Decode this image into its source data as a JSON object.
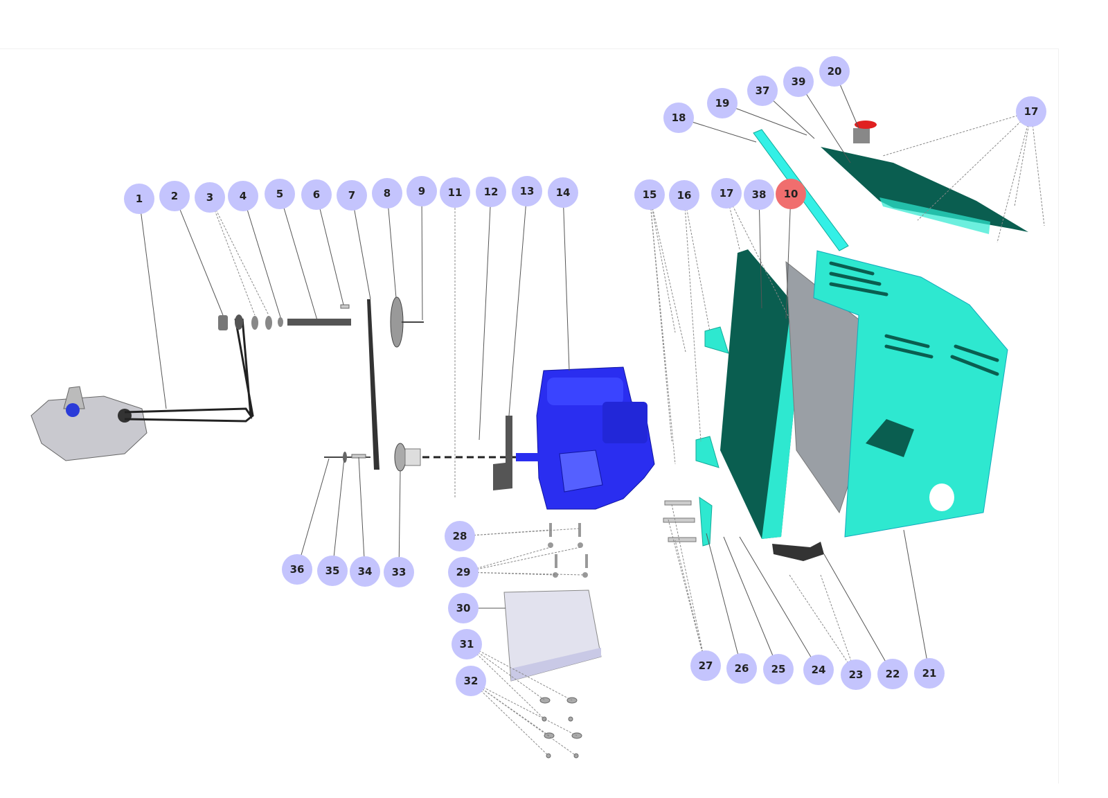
{
  "diagram": {
    "type": "exploded-parts-diagram",
    "highlighted_part": "10",
    "colors": {
      "callout": "#c4c4fd",
      "callout_highlight": "#f06e6e",
      "engine": "#2a2ef0",
      "cover": "#2ee8d0",
      "plate": "#0a5e50",
      "bracket": "#33f0e6"
    },
    "callouts": [
      {
        "label": "1"
      },
      {
        "label": "2"
      },
      {
        "label": "3"
      },
      {
        "label": "4"
      },
      {
        "label": "5"
      },
      {
        "label": "6"
      },
      {
        "label": "7"
      },
      {
        "label": "8"
      },
      {
        "label": "9"
      },
      {
        "label": "11"
      },
      {
        "label": "12"
      },
      {
        "label": "13"
      },
      {
        "label": "14"
      },
      {
        "label": "15"
      },
      {
        "label": "16"
      },
      {
        "label": "17"
      },
      {
        "label": "38"
      },
      {
        "label": "10"
      },
      {
        "label": "18"
      },
      {
        "label": "19"
      },
      {
        "label": "37"
      },
      {
        "label": "39"
      },
      {
        "label": "20"
      },
      {
        "label": "17"
      },
      {
        "label": "36"
      },
      {
        "label": "35"
      },
      {
        "label": "34"
      },
      {
        "label": "33"
      },
      {
        "label": "28"
      },
      {
        "label": "29"
      },
      {
        "label": "30"
      },
      {
        "label": "31"
      },
      {
        "label": "32"
      },
      {
        "label": "27"
      },
      {
        "label": "26"
      },
      {
        "label": "25"
      },
      {
        "label": "24"
      },
      {
        "label": "23"
      },
      {
        "label": "22"
      },
      {
        "label": "21"
      }
    ]
  }
}
